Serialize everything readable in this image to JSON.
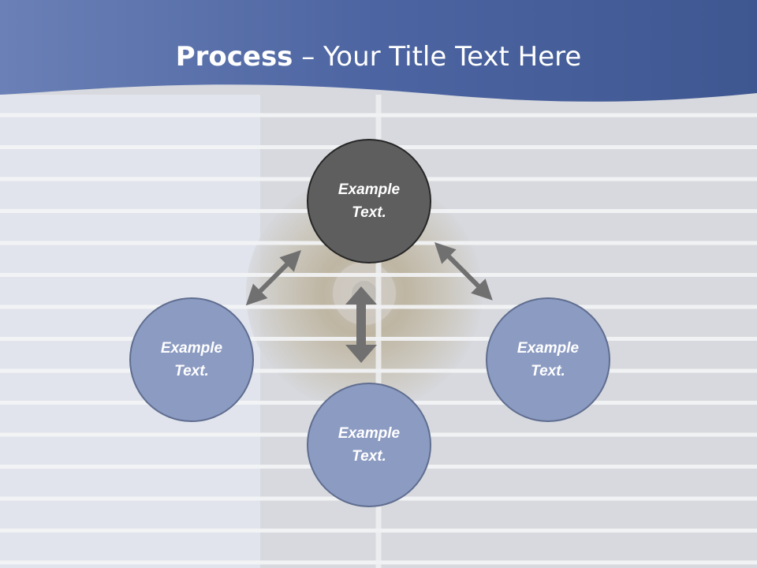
{
  "title": {
    "bold": "Process",
    "rest": " – Your Title Text Here"
  },
  "diagram": {
    "nodes": {
      "center": {
        "line1": "Example",
        "line2": "Text."
      },
      "left": {
        "line1": "Example",
        "line2": "Text."
      },
      "bottom": {
        "line1": "Example",
        "line2": "Text."
      },
      "right": {
        "line1": "Example",
        "line2": "Text."
      }
    }
  },
  "colors": {
    "header_band": "#4f67a3",
    "center_node_fill": "#5e5e5e",
    "outer_node_fill": "#8c9bc2",
    "arrow": "#707070",
    "background": "#d8dade"
  }
}
